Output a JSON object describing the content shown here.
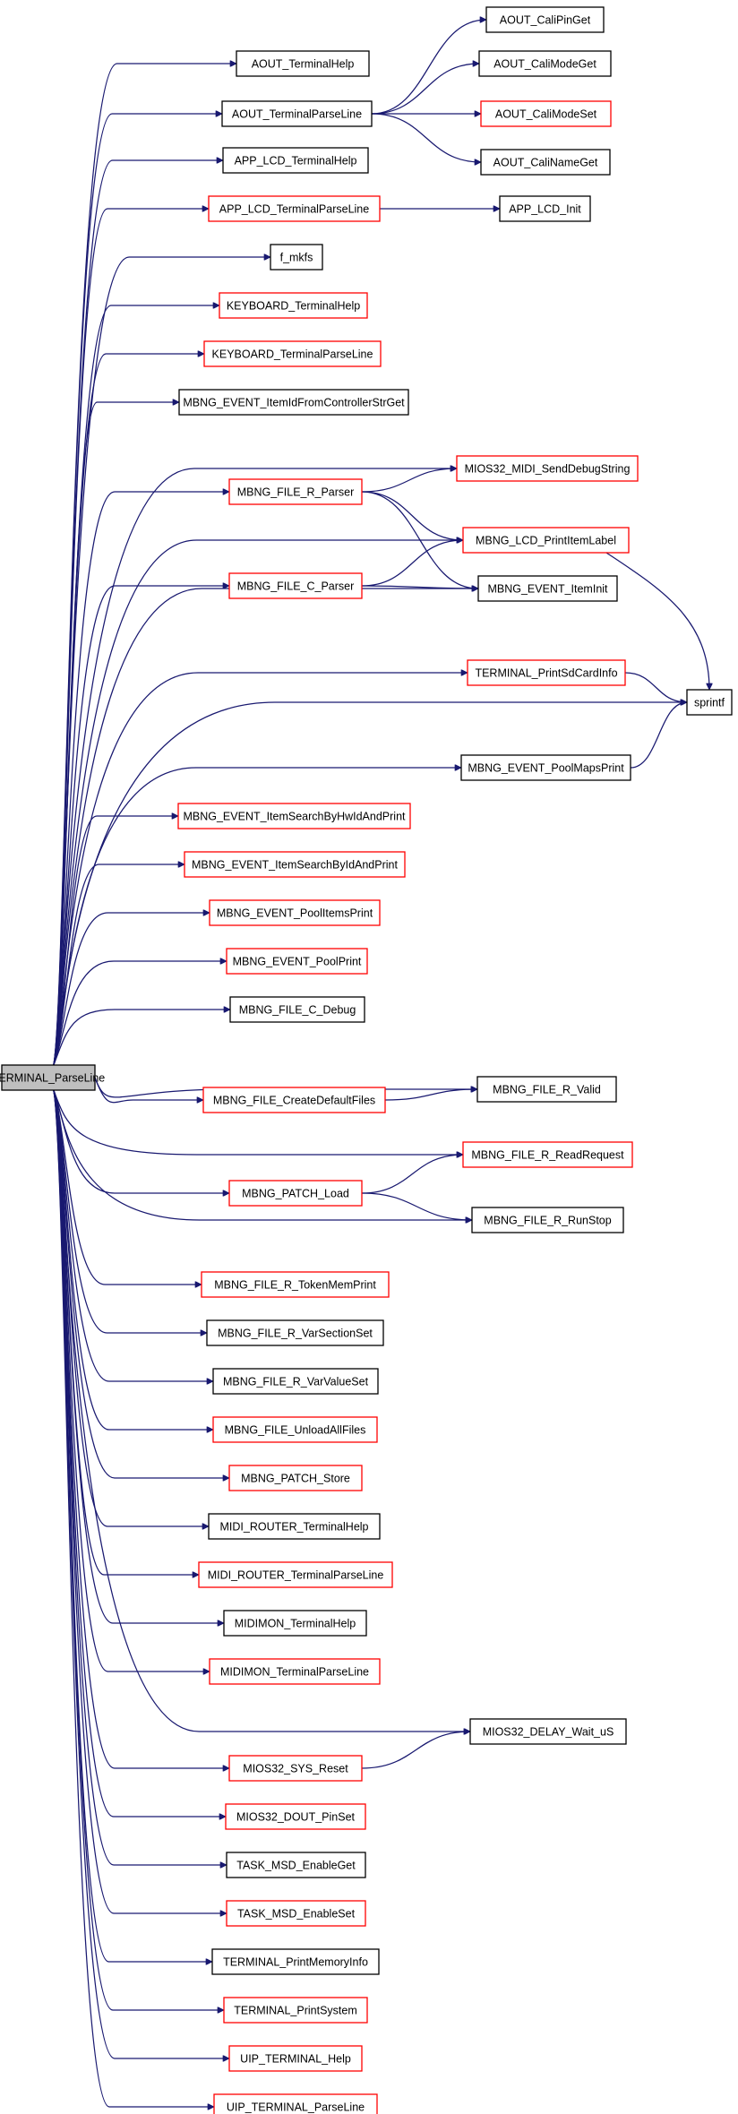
{
  "colors": {
    "edge": "#191970",
    "box_normal": "#000000",
    "box_link": "#ff0000",
    "root_fill": "#bfbfbf",
    "text": "#000000",
    "background": "#ffffff"
  },
  "nodes": [
    {
      "id": "root",
      "label": "TERMINAL_ParseLine",
      "style": "root"
    },
    {
      "id": "aout_help",
      "label": "AOUT_TerminalHelp",
      "style": "normal"
    },
    {
      "id": "aout_parse",
      "label": "AOUT_TerminalParseLine",
      "style": "normal"
    },
    {
      "id": "aout_pinget",
      "label": "AOUT_CaliPinGet",
      "style": "normal"
    },
    {
      "id": "aout_modeget",
      "label": "AOUT_CaliModeGet",
      "style": "normal"
    },
    {
      "id": "aout_modeset",
      "label": "AOUT_CaliModeSet",
      "style": "link"
    },
    {
      "id": "aout_nameget",
      "label": "AOUT_CaliNameGet",
      "style": "normal"
    },
    {
      "id": "app_lcd_help",
      "label": "APP_LCD_TerminalHelp",
      "style": "normal"
    },
    {
      "id": "app_lcd_parse",
      "label": "APP_LCD_TerminalParseLine",
      "style": "link"
    },
    {
      "id": "app_lcd_init",
      "label": "APP_LCD_Init",
      "style": "normal"
    },
    {
      "id": "f_mkfs",
      "label": "f_mkfs",
      "style": "normal"
    },
    {
      "id": "kb_help",
      "label": "KEYBOARD_TerminalHelp",
      "style": "link"
    },
    {
      "id": "kb_parse",
      "label": "KEYBOARD_TerminalParseLine",
      "style": "link"
    },
    {
      "id": "ev_itemid",
      "label": "MBNG_EVENT_ItemIdFromControllerStrGet",
      "style": "normal"
    },
    {
      "id": "midi_debug",
      "label": "MIOS32_MIDI_SendDebugString",
      "style": "link"
    },
    {
      "id": "file_r_parser",
      "label": "MBNG_FILE_R_Parser",
      "style": "link"
    },
    {
      "id": "lcd_label",
      "label": "MBNG_LCD_PrintItemLabel",
      "style": "link"
    },
    {
      "id": "file_c_parser",
      "label": "MBNG_FILE_C_Parser",
      "style": "link"
    },
    {
      "id": "ev_iteminit",
      "label": "MBNG_EVENT_ItemInit",
      "style": "normal"
    },
    {
      "id": "sdcard",
      "label": "TERMINAL_PrintSdCardInfo",
      "style": "link"
    },
    {
      "id": "sprintf",
      "label": "sprintf",
      "style": "normal"
    },
    {
      "id": "poolmaps",
      "label": "MBNG_EVENT_PoolMapsPrint",
      "style": "normal"
    },
    {
      "id": "ev_search_hw",
      "label": "MBNG_EVENT_ItemSearchByHwIdAndPrint",
      "style": "link"
    },
    {
      "id": "ev_search_id",
      "label": "MBNG_EVENT_ItemSearchByIdAndPrint",
      "style": "link"
    },
    {
      "id": "pool_items",
      "label": "MBNG_EVENT_PoolItemsPrint",
      "style": "link"
    },
    {
      "id": "pool_print",
      "label": "MBNG_EVENT_PoolPrint",
      "style": "link"
    },
    {
      "id": "file_c_debug",
      "label": "MBNG_FILE_C_Debug",
      "style": "normal"
    },
    {
      "id": "file_r_valid",
      "label": "MBNG_FILE_R_Valid",
      "style": "normal"
    },
    {
      "id": "create_default",
      "label": "MBNG_FILE_CreateDefaultFiles",
      "style": "link"
    },
    {
      "id": "read_request",
      "label": "MBNG_FILE_R_ReadRequest",
      "style": "link"
    },
    {
      "id": "patch_load",
      "label": "MBNG_PATCH_Load",
      "style": "link"
    },
    {
      "id": "runstop",
      "label": "MBNG_FILE_R_RunStop",
      "style": "normal"
    },
    {
      "id": "token_mem",
      "label": "MBNG_FILE_R_TokenMemPrint",
      "style": "link"
    },
    {
      "id": "var_section",
      "label": "MBNG_FILE_R_VarSectionSet",
      "style": "normal"
    },
    {
      "id": "var_value",
      "label": "MBNG_FILE_R_VarValueSet",
      "style": "normal"
    },
    {
      "id": "unload_all",
      "label": "MBNG_FILE_UnloadAllFiles",
      "style": "link"
    },
    {
      "id": "patch_store",
      "label": "MBNG_PATCH_Store",
      "style": "link"
    },
    {
      "id": "router_help",
      "label": "MIDI_ROUTER_TerminalHelp",
      "style": "normal"
    },
    {
      "id": "router_parse",
      "label": "MIDI_ROUTER_TerminalParseLine",
      "style": "link"
    },
    {
      "id": "midimon_help",
      "label": "MIDIMON_TerminalHelp",
      "style": "normal"
    },
    {
      "id": "midimon_parse",
      "label": "MIDIMON_TerminalParseLine",
      "style": "link"
    },
    {
      "id": "delay",
      "label": "MIOS32_DELAY_Wait_uS",
      "style": "normal"
    },
    {
      "id": "sys_reset",
      "label": "MIOS32_SYS_Reset",
      "style": "link"
    },
    {
      "id": "dout_pinset",
      "label": "MIOS32_DOUT_PinSet",
      "style": "link"
    },
    {
      "id": "msd_get",
      "label": "TASK_MSD_EnableGet",
      "style": "normal"
    },
    {
      "id": "msd_set",
      "label": "TASK_MSD_EnableSet",
      "style": "link"
    },
    {
      "id": "mem_info",
      "label": "TERMINAL_PrintMemoryInfo",
      "style": "normal"
    },
    {
      "id": "print_system",
      "label": "TERMINAL_PrintSystem",
      "style": "link"
    },
    {
      "id": "uip_help",
      "label": "UIP_TERMINAL_Help",
      "style": "link"
    },
    {
      "id": "uip_parse",
      "label": "UIP_TERMINAL_ParseLine",
      "style": "link"
    }
  ],
  "edges": [
    [
      "root",
      "aout_help"
    ],
    [
      "root",
      "aout_parse"
    ],
    [
      "root",
      "app_lcd_help"
    ],
    [
      "root",
      "app_lcd_parse"
    ],
    [
      "root",
      "f_mkfs"
    ],
    [
      "root",
      "kb_help"
    ],
    [
      "root",
      "kb_parse"
    ],
    [
      "root",
      "ev_itemid"
    ],
    [
      "root",
      "midi_debug"
    ],
    [
      "root",
      "file_r_parser"
    ],
    [
      "root",
      "lcd_label"
    ],
    [
      "root",
      "file_c_parser"
    ],
    [
      "root",
      "ev_iteminit"
    ],
    [
      "root",
      "sdcard"
    ],
    [
      "root",
      "sprintf"
    ],
    [
      "root",
      "poolmaps"
    ],
    [
      "root",
      "ev_search_hw"
    ],
    [
      "root",
      "ev_search_id"
    ],
    [
      "root",
      "pool_items"
    ],
    [
      "root",
      "pool_print"
    ],
    [
      "root",
      "file_c_debug"
    ],
    [
      "root",
      "file_r_valid"
    ],
    [
      "root",
      "create_default"
    ],
    [
      "root",
      "read_request"
    ],
    [
      "root",
      "patch_load"
    ],
    [
      "root",
      "runstop"
    ],
    [
      "root",
      "token_mem"
    ],
    [
      "root",
      "var_section"
    ],
    [
      "root",
      "var_value"
    ],
    [
      "root",
      "unload_all"
    ],
    [
      "root",
      "patch_store"
    ],
    [
      "root",
      "router_help"
    ],
    [
      "root",
      "router_parse"
    ],
    [
      "root",
      "midimon_help"
    ],
    [
      "root",
      "midimon_parse"
    ],
    [
      "root",
      "delay"
    ],
    [
      "root",
      "sys_reset"
    ],
    [
      "root",
      "dout_pinset"
    ],
    [
      "root",
      "msd_get"
    ],
    [
      "root",
      "msd_set"
    ],
    [
      "root",
      "mem_info"
    ],
    [
      "root",
      "print_system"
    ],
    [
      "root",
      "uip_help"
    ],
    [
      "root",
      "uip_parse"
    ],
    [
      "aout_parse",
      "aout_pinget"
    ],
    [
      "aout_parse",
      "aout_modeget"
    ],
    [
      "aout_parse",
      "aout_modeset"
    ],
    [
      "aout_parse",
      "aout_nameget"
    ],
    [
      "app_lcd_parse",
      "app_lcd_init"
    ],
    [
      "file_r_parser",
      "midi_debug"
    ],
    [
      "file_r_parser",
      "lcd_label"
    ],
    [
      "file_r_parser",
      "ev_iteminit"
    ],
    [
      "file_c_parser",
      "lcd_label"
    ],
    [
      "file_c_parser",
      "ev_iteminit"
    ],
    [
      "lcd_label",
      "sprintf"
    ],
    [
      "sdcard",
      "sprintf"
    ],
    [
      "poolmaps",
      "sprintf"
    ],
    [
      "create_default",
      "file_r_valid"
    ],
    [
      "patch_load",
      "read_request"
    ],
    [
      "patch_load",
      "runstop"
    ],
    [
      "sys_reset",
      "delay"
    ]
  ]
}
